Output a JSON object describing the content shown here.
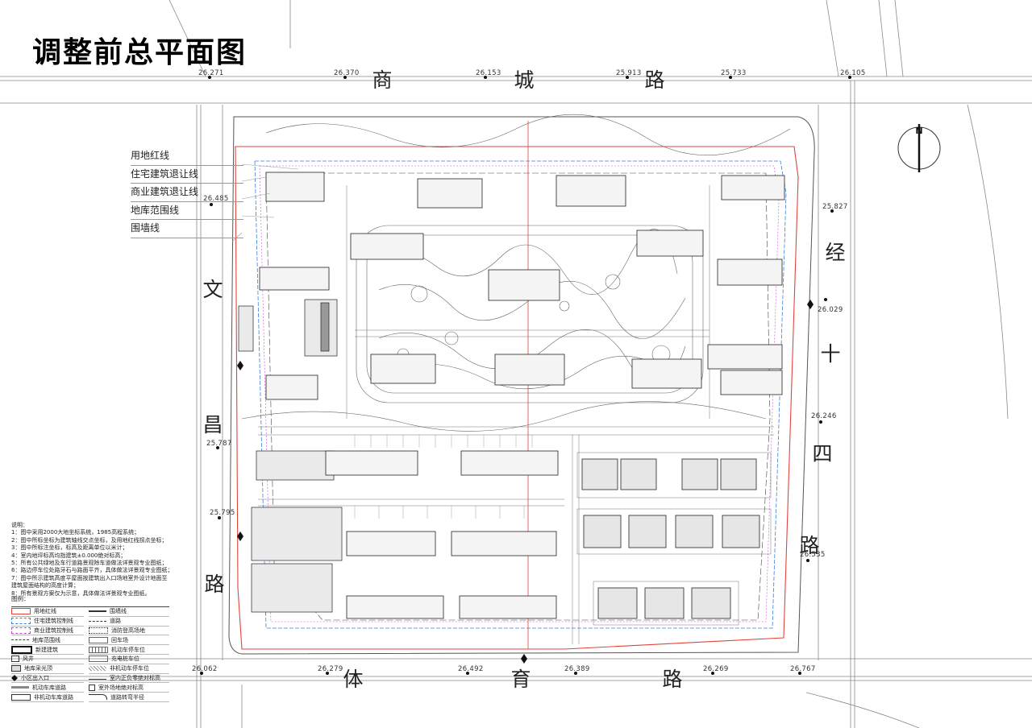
{
  "title": "调整前总平面图",
  "roads": {
    "north": [
      "商",
      "城",
      "路"
    ],
    "south": [
      "体",
      "育",
      "路"
    ],
    "west": [
      "文",
      "昌",
      "路"
    ],
    "east": [
      "经",
      "十",
      "四",
      "路"
    ]
  },
  "elevations": {
    "north": [
      "26.271",
      "26.370",
      "26.153",
      "25.913",
      "25.733",
      "26.105"
    ],
    "south": [
      "26.062",
      "26.279",
      "26.492",
      "26.389",
      "26.269",
      "26.767"
    ],
    "west": [
      "26.485",
      "25.787",
      "25.795"
    ],
    "east": [
      "25.827",
      "26.029",
      "26.246",
      "26.535"
    ]
  },
  "line_legend": [
    "用地红线",
    "住宅建筑退让线",
    "商业建筑退让线",
    "地库范围线",
    "围墙线"
  ],
  "north_label": "N",
  "notes": {
    "heading": "说明：",
    "lines": [
      "1：图中采用2000大地坐标系统，1985高程系统；",
      "2：图中所标坐标为建筑轴线交点坐标，及用地红线拐点坐标；",
      "3：图中所标注坐标，标高及距离单位以米计；",
      "4：室内地坪标高均指建筑±0.000绝对标高；",
      "5：所有公共绿地及车行道路景观除车道做法详景观专业图纸；",
      "6：路边停车位处路牙石与路面平齐，具体做法详景观专业图纸；",
      "7：图中所示建筑高度平屋面按建筑出入口场地室外设计地面至",
      "   建筑屋面结构的高度计算；",
      "8：所有景观方案仅为示意，具体做法详景观专业图纸。"
    ]
  },
  "legend": {
    "heading": "图例：",
    "left": [
      "用地红线",
      "住宅建筑控制线",
      "商业建筑控制线",
      "地库范围线",
      "新建建筑",
      "风井",
      "地库采光顶",
      "小区出入口",
      "机动车库道路",
      "非机动车库道路"
    ],
    "right": [
      "围墙线",
      "道路",
      "消防登高场地",
      "回车场",
      "机动车停车位",
      "充电桩车位",
      "非机动车停车位",
      "室内正负零绝对标高",
      "室外场地绝对标高",
      "道路转弯半径"
    ],
    "colors": {
      "red_line": "#e0453c",
      "residential_setback": "#3b7fd6",
      "commercial_setback": "#c04ad0",
      "basement": "#444444"
    }
  }
}
